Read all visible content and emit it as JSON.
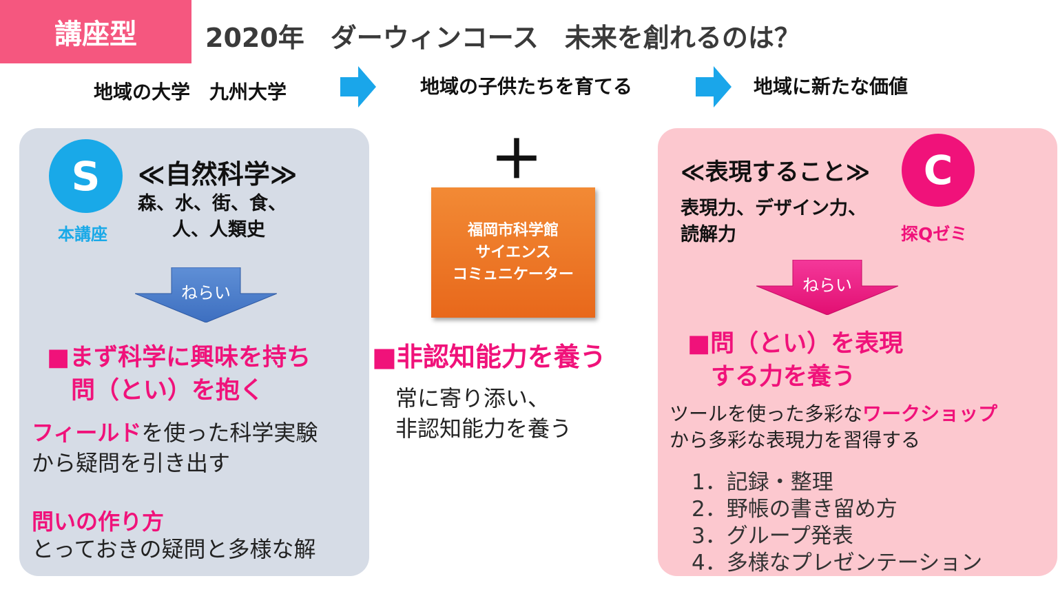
{
  "header": {
    "tag": "講座型",
    "title": "2020年　ダーウィンコース　未来を創れるのは？"
  },
  "flow": {
    "step1": "地域の大学　九州大学",
    "step2": "地域の子供たちを育てる",
    "step3": "地域に新たな価値"
  },
  "left": {
    "badge_letter": "S",
    "badge_caption": "本講座",
    "heading": "≪自然科学≫",
    "topics_line1": "森、水、街、食、",
    "topics_line2": "人、人類史",
    "arrow_label": "ねらい",
    "goal_line1": "■まず科学に興味を持ち",
    "goal_line2": "問（とい）を抱く",
    "field_highlight": "フィールド",
    "field_rest": "を使った科学実験",
    "field_line2": "から疑問を引き出す",
    "howto_title": "問いの作り方",
    "howto_text": "とっておきの疑問と多様な解"
  },
  "center": {
    "plus": "＋",
    "box_line1": "福岡市科学館",
    "box_line2": "サイエンス",
    "box_line3": "コミュニケーター",
    "goal": "■非認知能力を養う",
    "text_line1": "常に寄り添い、",
    "text_line2": "非認知能力を養う"
  },
  "right": {
    "badge_letter": "C",
    "badge_caption": "探Qゼミ",
    "heading": "≪表現すること≫",
    "topics_line1": "表現力、デザイン力、",
    "topics_line2": "読解力",
    "arrow_label": "ねらい",
    "goal_line1": "■問（とい）を表現",
    "goal_line2": "する力を養う",
    "ws_prefix": "ツールを使った多彩な",
    "ws_highlight": "ワークショップ",
    "ws_line2": "から多彩な表現力を習得する",
    "list": [
      "1．記録・整理",
      "2．野帳の書き留め方",
      "3．グループ発表",
      "4．多様なプレゼンテーション"
    ]
  },
  "colors": {
    "tag_bg": "#f5577f",
    "accent_pink": "#f0127a",
    "s_circle": "#19a9e8",
    "c_circle": "#f0127a",
    "left_panel": "#d6dce6",
    "right_panel": "#fcc8cf",
    "flow_arrow": "#1aa6ea",
    "orange_box": "#ec7424"
  }
}
